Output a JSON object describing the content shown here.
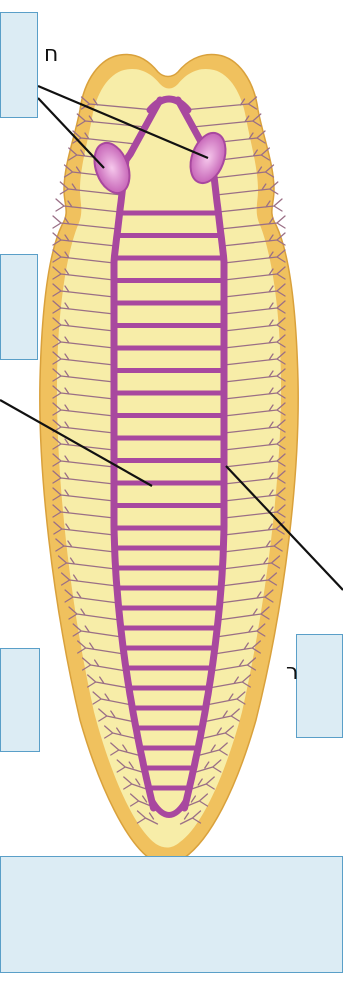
{
  "diagram": {
    "subject": "planarian-nervous-system",
    "parts": [
      "cerebral-ganglia",
      "transverse-nerves",
      "longitudinal-nerve-cord",
      "peripheral-nerve-branches",
      "body-outline"
    ],
    "colors": {
      "body_outer": "#f0c15e",
      "body_inner": "#f7eda8",
      "body_edge": "#d9a13c",
      "nerve": "#a8489f",
      "nerve_light": "#e9a8dc",
      "branch": "#9a6f86",
      "leader_line": "#111111",
      "box_fill": "#dcecf4",
      "box_border": "#5a9fc8"
    }
  },
  "label_boxes": [
    {
      "id": "box-1",
      "text": ""
    },
    {
      "id": "box-2",
      "text": ""
    },
    {
      "id": "box-3",
      "text": ""
    },
    {
      "id": "box-4",
      "text": ""
    },
    {
      "id": "box-5",
      "text": ""
    }
  ],
  "fragments": {
    "top_right": "ח",
    "mid_right": "ר"
  }
}
